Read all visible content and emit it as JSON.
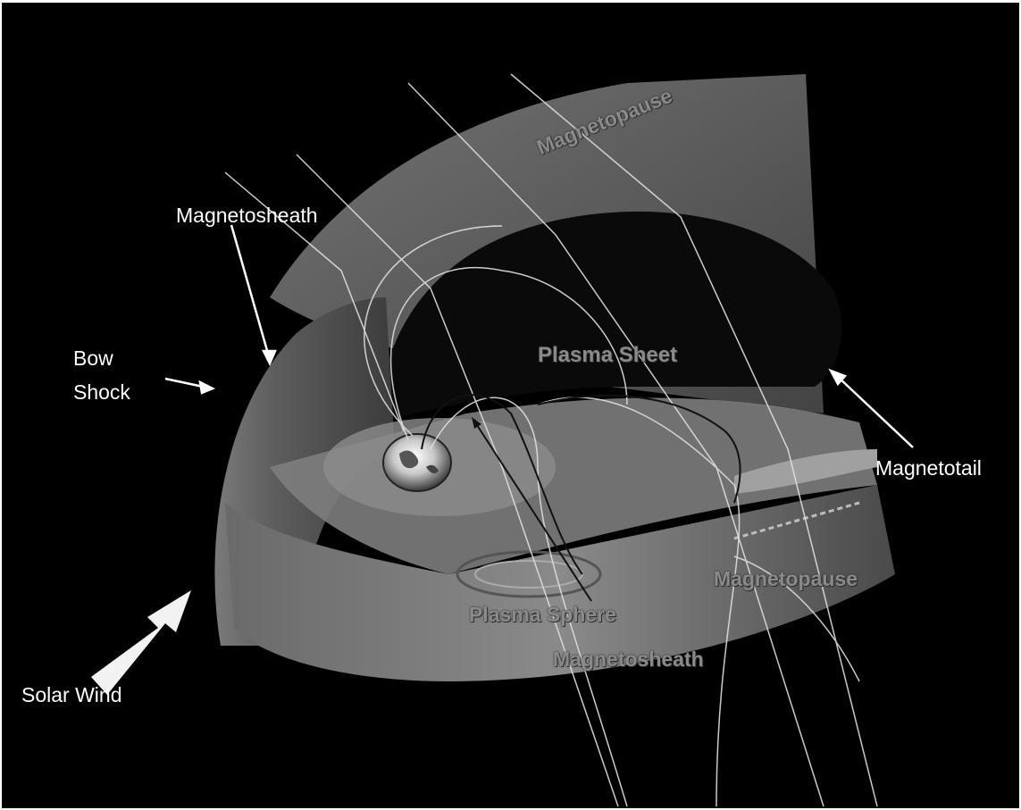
{
  "labels": {
    "magnetosheath_outer": "Magnetosheath",
    "bow_shock_line1": "Bow",
    "bow_shock_line2": "Shock",
    "solar_wind": "Solar Wind",
    "magnetotail": "Magnetotail",
    "magnetopause_top": "Magnetopause",
    "plasma_sheet": "Plasma Sheet",
    "plasma_sphere": "Plasma Sphere",
    "magnetopause_lower": "Magnetopause",
    "magnetosheath_lower": "Magnetosheath"
  },
  "colors": {
    "background": "#000000",
    "outer_label": "#ffffff",
    "inner_label": "#8a8a8a",
    "arrow": "#ffffff"
  }
}
